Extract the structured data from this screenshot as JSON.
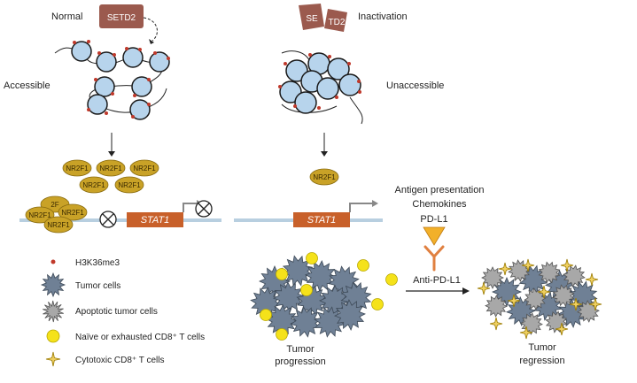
{
  "labels": {
    "normal": "Normal",
    "setd2": "SETD2",
    "accessible": "Accessible",
    "setd2_frag_left": "SE",
    "setd2_frag_right": "TD2",
    "inactivation": "Inactivation",
    "unaccessible": "Unaccessible",
    "nr2f1": "NR2F1",
    "nr2f1_partial": "2F",
    "stat1": "STAT1",
    "antigen_presentation": "Antigen presentation",
    "chemokines": "Chemokines",
    "pdl1": "PD-L1",
    "anti_pdl1": "Anti-PD-L1",
    "tumor_progression_line1": "Tumor",
    "tumor_progression_line2": "progression",
    "tumor_regression_line1": "Tumor",
    "tumor_regression_line2": "regression"
  },
  "legend": [
    {
      "icon": "h3k36me3-dot",
      "label": "H3K36me3"
    },
    {
      "icon": "tumor-cell",
      "label": "Tumor cells"
    },
    {
      "icon": "apoptotic-tumor-cell",
      "label": "Apoptotic tumor cells"
    },
    {
      "icon": "naive-t-cell",
      "label": "Naïve or exhausted CD8⁺ T cells"
    },
    {
      "icon": "cytotoxic-t-cell",
      "label": "Cytotoxic CD8⁺ T cells"
    }
  ],
  "colors": {
    "setd2_box": "#9b5a4e",
    "nucleosome_fill": "#b7d4ec",
    "nucleosome_stroke": "#1a1a1a",
    "methyl_dot": "#c0392b",
    "nr2f1_fill": "#c9a227",
    "stat1_box": "#c8602a",
    "dna_line": "#b8cfe0",
    "tumor_fill": "#6f8095",
    "apoptotic_fill": "#a8a8a8",
    "naive_t_fill": "#f5e21a",
    "cytotoxic_t_fill": "#f0d060",
    "pdl1_fill": "#f2b02a",
    "antibody": "#e08040"
  }
}
